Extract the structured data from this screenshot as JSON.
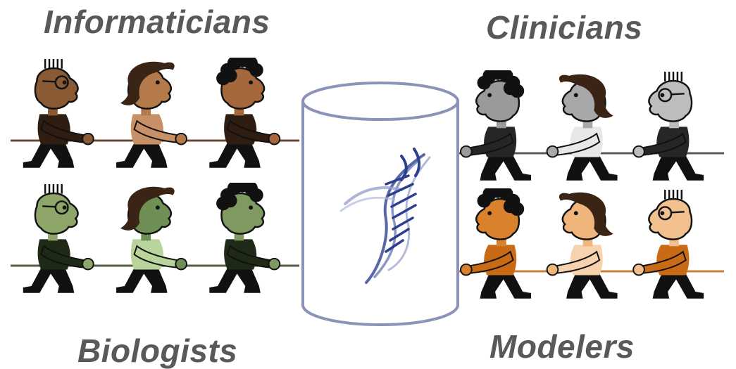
{
  "labels": {
    "informaticians": "Informaticians",
    "clinicians": "Clinicians",
    "biologists": "Biologists",
    "modelers": "Modelers"
  },
  "groups": [
    {
      "id": "informaticians",
      "palette": "brown",
      "people": [
        "bald-glasses-person",
        "long-hair-woman",
        "curly-hair-person"
      ]
    },
    {
      "id": "biologists",
      "palette": "green",
      "people": [
        "bald-glasses-person",
        "long-hair-woman",
        "curly-hair-person"
      ]
    },
    {
      "id": "clinicians",
      "palette": "gray",
      "people": [
        "curly-hair-person",
        "long-hair-woman",
        "bald-glasses-person"
      ]
    },
    {
      "id": "modelers",
      "palette": "orange",
      "people": [
        "curly-hair-person",
        "long-hair-woman",
        "bald-glasses-person"
      ]
    }
  ],
  "palettes": {
    "brown": {
      "skin": [
        "#8a5a34",
        "#b57a4a",
        "#a5683c"
      ],
      "body": [
        "#2e1d10",
        "#c89066",
        "#2e1d10"
      ],
      "rope": "#6b4a33"
    },
    "green": {
      "skin": [
        "#8ea66a",
        "#6f8f55",
        "#7e9a60"
      ],
      "body": [
        "#1f2a16",
        "#b8d49a",
        "#1f2a16"
      ],
      "rope": "#4f5e3e"
    },
    "gray": {
      "skin": [
        "#9a9a9a",
        "#a8a8a8",
        "#bdbdbd"
      ],
      "body": [
        "#262626",
        "#e8e8e8",
        "#262626"
      ],
      "rope": "#5a5a5a"
    },
    "orange": {
      "skin": [
        "#d9822b",
        "#f0b57a",
        "#f2c08e"
      ],
      "body": [
        "#c96a14",
        "#f6d2ad",
        "#c96a14"
      ],
      "rope": "#c8803d"
    }
  },
  "center_icon": "database-cylinder-with-dna-helix",
  "colors": {
    "label": "#595959",
    "cylinder_stroke": "#8c93b8",
    "helix": "#2c3f8f"
  }
}
